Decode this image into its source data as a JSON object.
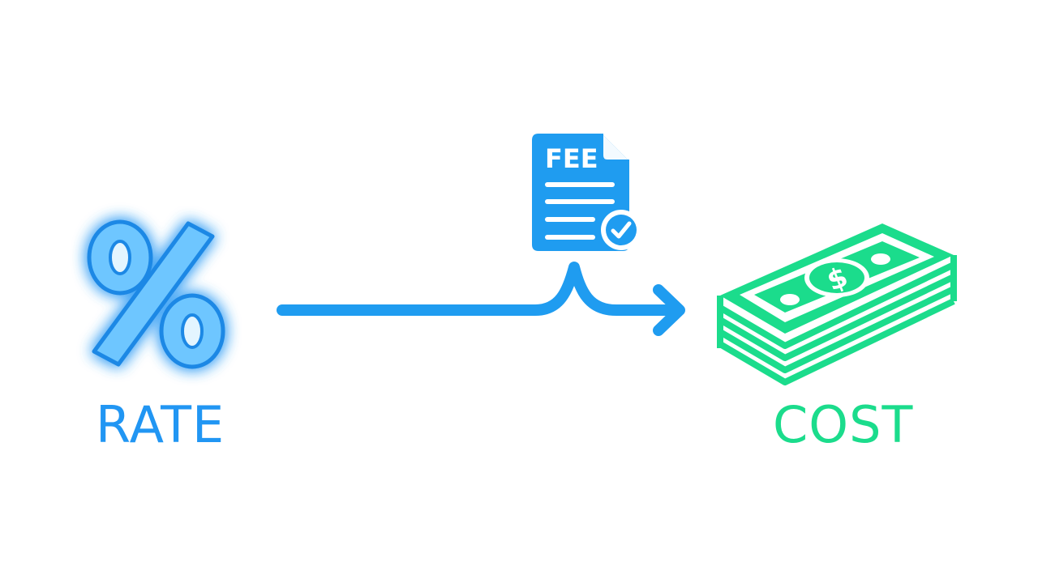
{
  "rate": {
    "label": "RATE",
    "icon": "percent-icon",
    "color": "#2196f3"
  },
  "fee": {
    "label": "FEE",
    "icon": "document-check-icon",
    "color": "#1f9cf0"
  },
  "cost": {
    "label": "COST",
    "icon": "money-stack-icon",
    "color": "#1bdc8c"
  },
  "arrow": {
    "icon": "arrow-right-icon",
    "color": "#1f9cf0"
  }
}
